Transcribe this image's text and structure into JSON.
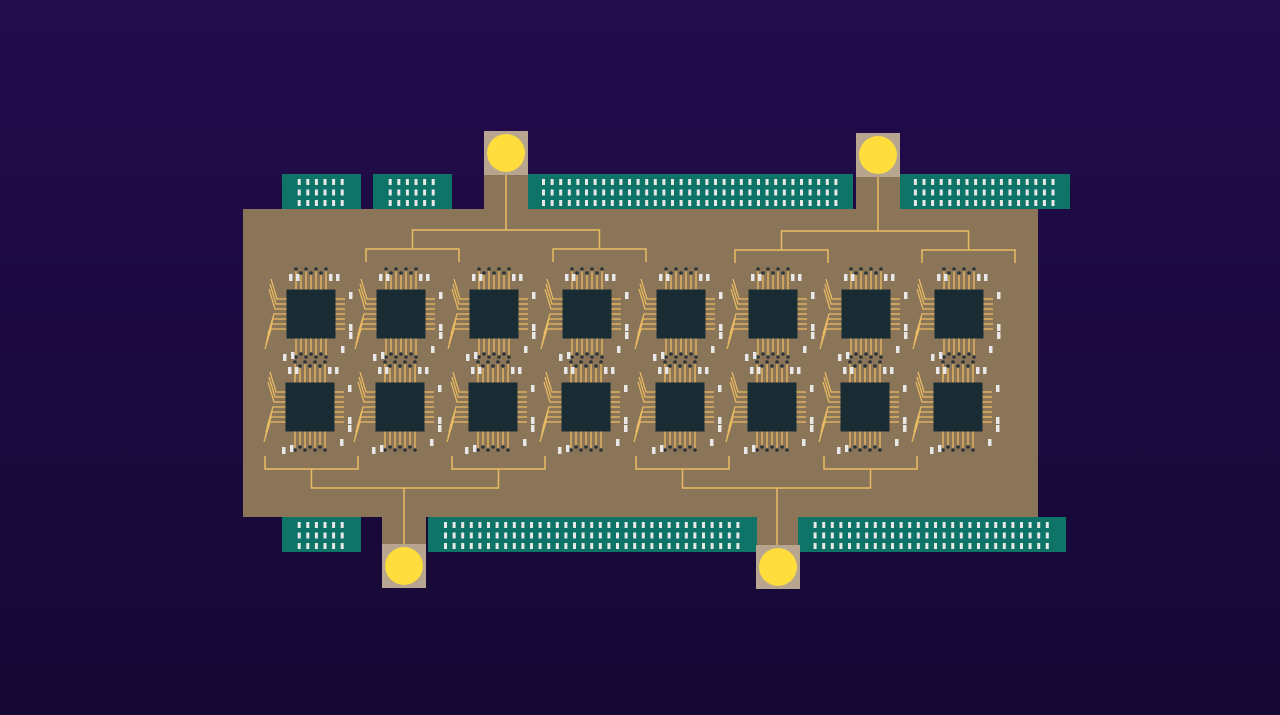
{
  "colors": {
    "background_top": "#220c4c",
    "background_bottom": "#150834",
    "board": "#8b7558",
    "connector": "#0e7468",
    "connector_pin": "#e8e8e8",
    "pad": "#b8a58f",
    "pad_light": "#ffdd3c",
    "trace": "#e9bb62",
    "chip": "#192c33",
    "via": "#2a3438"
  },
  "board": {
    "chip_rows": 2,
    "chip_columns": 8,
    "power_pads": 4,
    "connectors": 7
  }
}
